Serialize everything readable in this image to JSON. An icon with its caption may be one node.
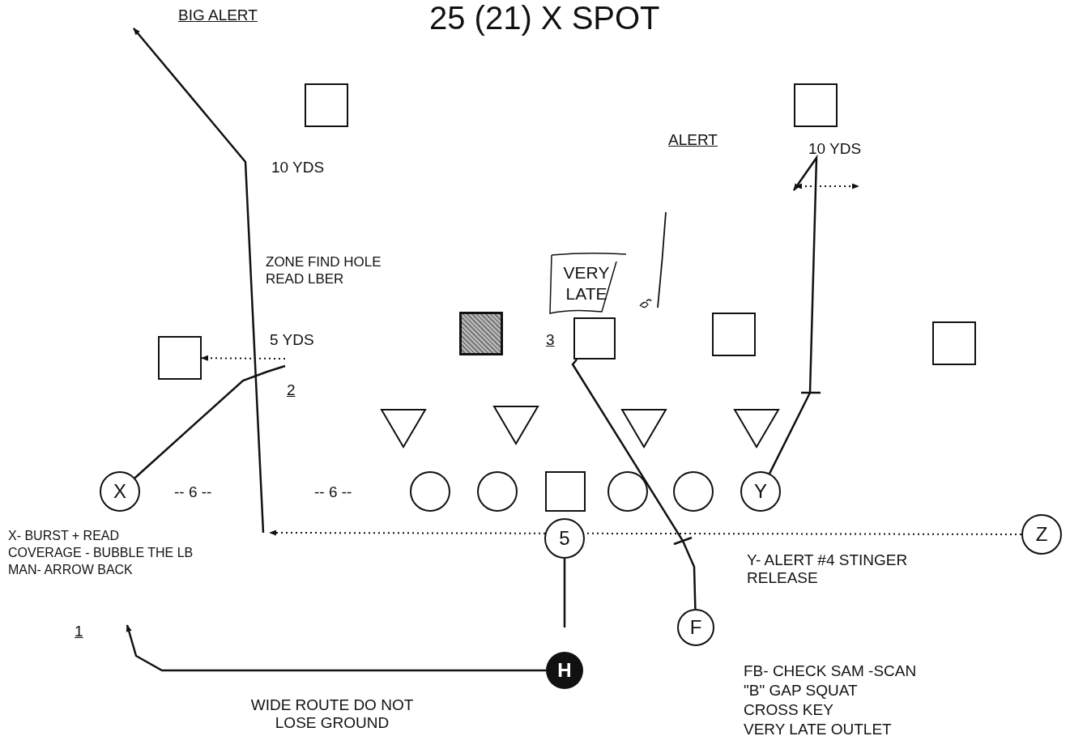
{
  "diagram": {
    "title": "25 (21) X SPOT",
    "nodes": [
      {
        "text": [],
        "shape": "box"
      },
      {
        "text": [],
        "shape": "box"
      },
      {
        "text": [],
        "shape": "box"
      },
      {
        "text": [],
        "shape": "box"
      },
      {
        "text": [],
        "shape": "box"
      },
      {
        "text": [],
        "shape": "box"
      },
      {
        "text": [],
        "shape": "box"
      },
      {
        "text": [],
        "shape": "triangle"
      },
      {
        "text": [],
        "shape": "triangle"
      },
      {
        "text": [],
        "shape": "triangle"
      },
      {
        "text": [],
        "shape": "triangle"
      },
      {
        "text": [
          "X"
        ]
      },
      {
        "text": [],
        "shape": "circle"
      },
      {
        "text": [],
        "shape": "circle"
      },
      {
        "text": [],
        "shape": "box"
      },
      {
        "text": [],
        "shape": "circle"
      },
      {
        "text": [],
        "shape": "circle"
      },
      {
        "text": [
          "Y"
        ]
      },
      {
        "text": [
          "Z"
        ]
      },
      {
        "text": [
          "5"
        ]
      },
      {
        "text": [
          "F"
        ]
      },
      {
        "text": [
          "H"
        ]
      },
      {
        "text": [
          "VERY LATE"
        ]
      }
    ],
    "edges": [
      {
        "from": 11,
        "to": null,
        "arrow": "none"
      },
      {
        "from": null,
        "to": 2,
        "arrow": "to",
        "style": "dashed"
      },
      {
        "from": 18,
        "to": null,
        "arrow": "to",
        "style": "dashed"
      },
      {
        "from": 17,
        "to": null,
        "arrow": "to"
      },
      {
        "from": 20,
        "to": 4,
        "arrow": "none"
      },
      {
        "from": 19,
        "to": null,
        "arrow": "none"
      },
      {
        "from": 21,
        "to": null,
        "arrow": "to"
      }
    ],
    "labels": [
      "BIG ALERT",
      "10 YDS",
      "ALERT",
      "10 YDS",
      "ZONE FIND HOLE READ LBER",
      "5 YDS",
      "2",
      "3",
      "-- 6 --",
      "-- 6 --",
      "X- BURST + READ",
      "COVERAGE - BUBBLE THE LB",
      "MAN- ARROW BACK",
      "Y- ALERT #4 STINGER RELEASE",
      "1",
      "FB- CHECK SAM -SCAN",
      "\"B\" GAP SQUAT",
      "CROSS KEY",
      "VERY LATE OUTLET",
      "WIDE ROUTE DO NOT LOSE GROUND"
    ]
  }
}
